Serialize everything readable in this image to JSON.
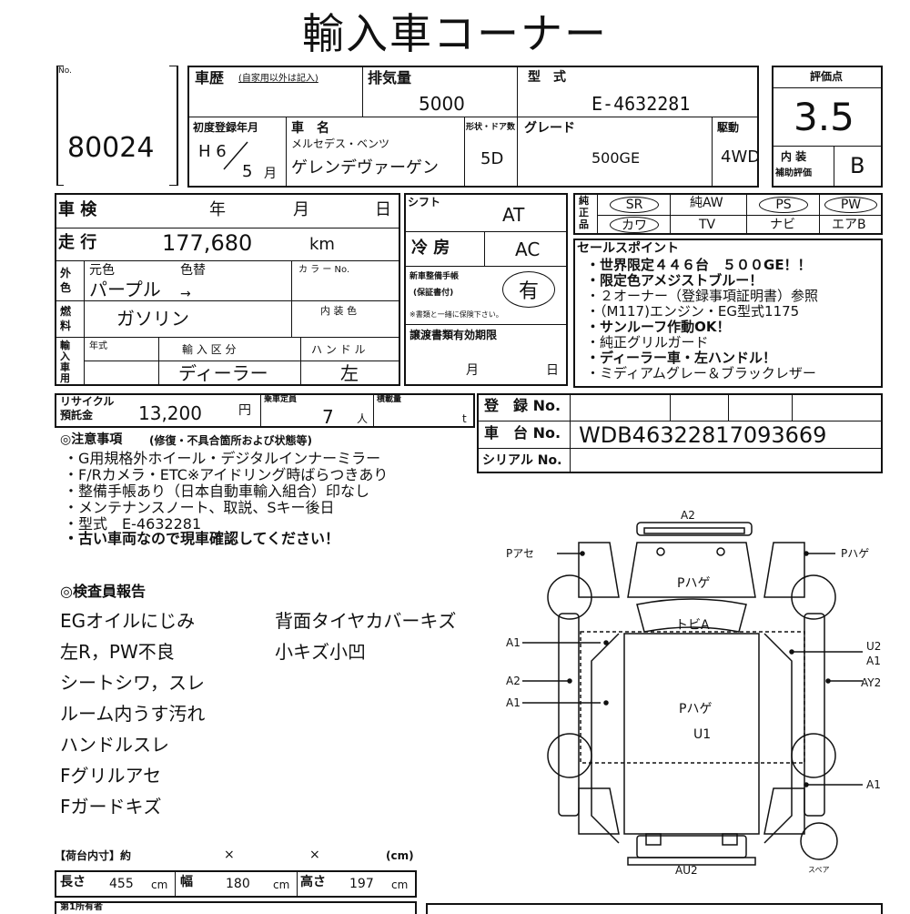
{
  "header": {
    "title": "輸入車コーナー"
  },
  "lot": {
    "label": "No.",
    "number": "80024"
  },
  "history": {
    "label": "車歴",
    "note": "(自家用以外は記入)"
  },
  "displacement": {
    "label": "排気量",
    "value": "5000"
  },
  "model": {
    "label": "型　式",
    "value": "E-4632281"
  },
  "first_registration": {
    "label": "初度登録年月",
    "era_year": "H 6",
    "month": "5",
    "month_unit": "月"
  },
  "car_name": {
    "label": "車　名",
    "maker": "メルセデス・ベンツ",
    "name": "ゲレンデヴァーゲン"
  },
  "body_doors": {
    "label": "形状・ドア数",
    "value": "5D"
  },
  "grade": {
    "label": "グレード",
    "value": "500GE"
  },
  "drive": {
    "label": "駆動",
    "value": "4WD"
  },
  "score": {
    "label": "評価点",
    "value": "3.5",
    "interior_label_1": "内 装",
    "interior_label_2": "補助評価",
    "interior_value": "B"
  },
  "inspection": {
    "label": "車 検",
    "year": "年",
    "month": "月",
    "day": "日"
  },
  "shift": {
    "label": "シフト",
    "value": "AT"
  },
  "equipment": {
    "label": "純正品",
    "row1": [
      "SR",
      "純AW",
      "PS",
      "PW"
    ],
    "row2": [
      "カワ",
      "TV",
      "ナビ",
      "エアB"
    ]
  },
  "mileage": {
    "label": "走 行",
    "value": "177,680",
    "unit": "km"
  },
  "aircon": {
    "label": "冷 房",
    "value": "AC"
  },
  "color": {
    "label": "外色",
    "original_label": "元色",
    "original": "パープル",
    "changed_label": "色替",
    "arrow": "→",
    "code_label": "カ ラ ー No."
  },
  "fuel": {
    "label": "燃料",
    "value": "ガソリン",
    "interior_color_label": "内 装 色"
  },
  "maintenance_book": {
    "label_1": "新車整備手帳",
    "label_2": "(保証書付)",
    "value": "有",
    "note": "※書類と一緒に保険下さい。"
  },
  "sales_points": {
    "label": "セールスポイント",
    "items": [
      "・世界限定４４６台　５００GE！！",
      "・限定色アメジストブルー！",
      "・２オーナー（登録事項証明書）参照",
      "・（M117)エンジン・EG型式1175",
      "・サンルーフ作動OK！",
      "・純正グリルガード",
      "・ディーラー車・左ハンドル！",
      "・ミディアムグレー＆ブラックレザー"
    ]
  },
  "import": {
    "label": "輸入車用",
    "year_label": "年式",
    "type_label": "輸 入 区 分",
    "type_value": "ディーラー",
    "handle_label": "ハ ン ド ル",
    "handle_value": "左"
  },
  "transfer": {
    "label": "譲渡書類有効期限",
    "month": "月",
    "day": "日"
  },
  "recycle": {
    "label_1": "リサイクル",
    "label_2": "預託金",
    "value": "13,200",
    "unit": "円"
  },
  "capacity": {
    "label": "乗車定員",
    "value": "7",
    "unit": "人"
  },
  "load": {
    "label": "積載量",
    "unit": "t"
  },
  "registration_no": {
    "label": "登　録 No."
  },
  "chassis_no": {
    "label": "車　台 No.",
    "value": "WDB46322817093669"
  },
  "serial_no": {
    "label": "シリアル No."
  },
  "notes": {
    "label": "◎注意事項",
    "label_note": "(修復・不具合箇所および状態等)",
    "items": [
      "・G用規格外ホイール・デジタルインナーミラー",
      "・F/Rカメラ・ETC※アイドリング時ばらつきあり",
      "・整備手帳あり（日本自動車輸入組合）印なし",
      "・メンテナンスノート、取説、Sキー後日",
      "・型式　E-4632281",
      "・古い車両なので現車確認してください！"
    ]
  },
  "inspector": {
    "label": "◎検査員報告",
    "col1": [
      "EGオイルにじみ",
      "左R，PW不良",
      "シートシワ，スレ",
      "ルーム内うす汚れ",
      "ハンドルスレ",
      "Fグリルアセ",
      "Fガードキズ"
    ],
    "col2": [
      "背面タイヤカバーキズ",
      "小キズ小凹"
    ]
  },
  "diagram": {
    "labels": {
      "front_top": "A2",
      "left_top": "Pアセ",
      "right_top": "Pハゲ",
      "hood": "Pハゲ",
      "windshield": "トビA",
      "left_1": "A1",
      "left_2": "A2",
      "left_3": "A1",
      "right_1a": "U2",
      "right_1b": "A1",
      "right_2": "AY2",
      "roof_1": "Pハゲ",
      "roof_2": "U1",
      "right_rear": "A1",
      "rear_bottom": "AU2",
      "spare": "スペア"
    }
  },
  "cargo": {
    "label": "【荷台内寸】約",
    "x1": "×",
    "x2": "×",
    "unit": "(cm)",
    "length_label": "長さ",
    "length": "455",
    "width_label": "幅",
    "width": "180",
    "height_label": "高さ",
    "height": "197",
    "cm": "cm"
  },
  "bottom": {
    "label": "第1所有者"
  }
}
